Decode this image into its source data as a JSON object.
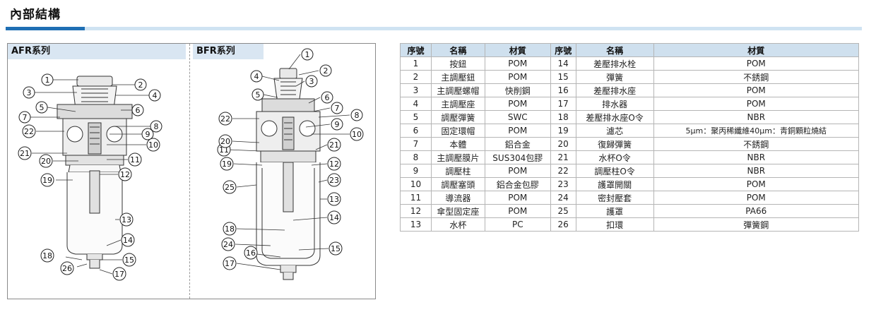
{
  "page": {
    "title": "內部結構"
  },
  "diagrams": {
    "afr": {
      "label": "AFR系列",
      "callouts": [
        "1",
        "2",
        "3",
        "4",
        "5",
        "6",
        "7",
        "8",
        "9",
        "10",
        "11",
        "12",
        "13",
        "14",
        "15",
        "17",
        "18",
        "19",
        "20",
        "21",
        "22",
        "26"
      ]
    },
    "bfr": {
      "label": "BFR系列",
      "callouts": [
        "1",
        "2",
        "3",
        "4",
        "5",
        "6",
        "7",
        "8",
        "9",
        "10",
        "11",
        "12",
        "13",
        "14",
        "15",
        "16",
        "17",
        "18",
        "19",
        "20",
        "21",
        "22",
        "23",
        "24",
        "25"
      ]
    }
  },
  "table": {
    "headers": [
      "序號",
      "名稱",
      "材質",
      "序號",
      "名稱",
      "材質"
    ],
    "rows": [
      [
        "1",
        "按鈕",
        "POM",
        "14",
        "差壓排水栓",
        "POM"
      ],
      [
        "2",
        "主調壓鈕",
        "POM",
        "15",
        "彈簧",
        "不銹鋼"
      ],
      [
        "3",
        "主調壓螺帽",
        "快削鋼",
        "16",
        "差壓排水座",
        "POM"
      ],
      [
        "4",
        "主調壓座",
        "POM",
        "17",
        "排水器",
        "POM"
      ],
      [
        "5",
        "調壓彈簧",
        "SWC",
        "18",
        "差壓排水座O令",
        "NBR"
      ],
      [
        "6",
        "固定環帽",
        "POM",
        "19",
        "濾芯",
        "5μm：聚丙稀纖維40μm：靑銅顆粒燒結"
      ],
      [
        "7",
        "本體",
        "鋁合金",
        "20",
        "復歸彈簧",
        "不銹鋼"
      ],
      [
        "8",
        "主調壓膜片",
        "SUS304包膠",
        "21",
        "水杯O令",
        "NBR"
      ],
      [
        "9",
        "調壓柱",
        "POM",
        "22",
        "調壓柱O令",
        "NBR"
      ],
      [
        "10",
        "調壓塞頭",
        "鋁合金包膠",
        "23",
        "護罩開關",
        "POM"
      ],
      [
        "11",
        "導流器",
        "POM",
        "24",
        "密封壓套",
        "POM"
      ],
      [
        "12",
        "傘型固定座",
        "POM",
        "25",
        "護罩",
        "PA66"
      ],
      [
        "13",
        "水杯",
        "PC",
        "26",
        "扣環",
        "彈簧鋼"
      ]
    ]
  }
}
